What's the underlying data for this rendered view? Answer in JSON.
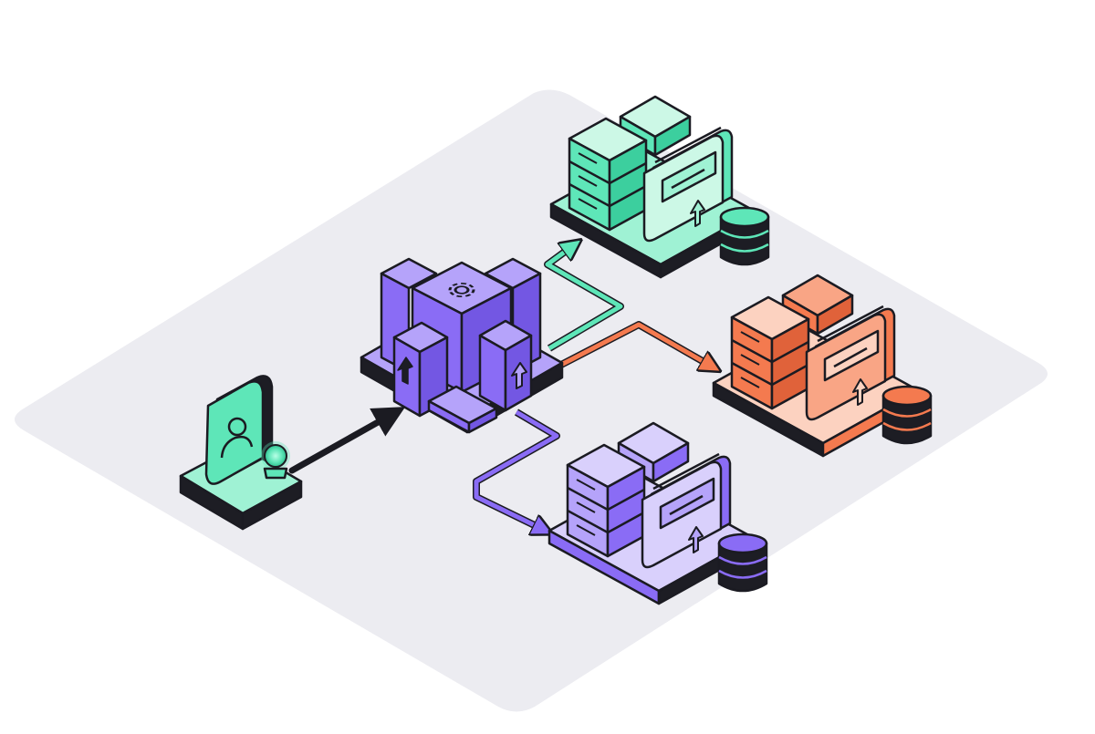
{
  "diagram": {
    "style": "isometric-illustration",
    "text_labels": []
  },
  "colors": {
    "background": "#ffffff",
    "platform": "#ececf1",
    "outline": "#1b1b22",
    "green": "#5ee6b8",
    "green_light": "#9ff2d4",
    "green_pale": "#ccf8e6",
    "purple": "#8a6cf5",
    "purple_light": "#b5a3fa",
    "purple_pale": "#d9d0fc",
    "orange": "#f47a4f",
    "orange_light": "#f9a585",
    "orange_pale": "#fcd2c0",
    "dark": "#1d1d24"
  },
  "nodes": [
    {
      "id": "user-client",
      "kind": "user",
      "color": "green",
      "icon": "user-icon"
    },
    {
      "id": "load-balancer",
      "kind": "gateway-cluster",
      "color": "purple",
      "icons": [
        "gear-icon",
        "arrow-up-icon"
      ]
    },
    {
      "id": "server-cluster-green",
      "kind": "server-cluster",
      "color": "green",
      "icons": [
        "server-icon",
        "window-icon",
        "database-icon"
      ]
    },
    {
      "id": "server-cluster-orange",
      "kind": "server-cluster",
      "color": "orange",
      "icons": [
        "server-icon",
        "window-icon",
        "database-icon"
      ]
    },
    {
      "id": "server-cluster-purple",
      "kind": "server-cluster",
      "color": "purple",
      "icons": [
        "server-icon",
        "window-icon",
        "database-icon"
      ]
    }
  ],
  "edges": [
    {
      "from": "user-client",
      "to": "load-balancer",
      "color": "dark"
    },
    {
      "from": "load-balancer",
      "to": "server-cluster-green",
      "color": "green"
    },
    {
      "from": "load-balancer",
      "to": "server-cluster-orange",
      "color": "orange"
    },
    {
      "from": "load-balancer",
      "to": "server-cluster-purple",
      "color": "purple"
    }
  ]
}
